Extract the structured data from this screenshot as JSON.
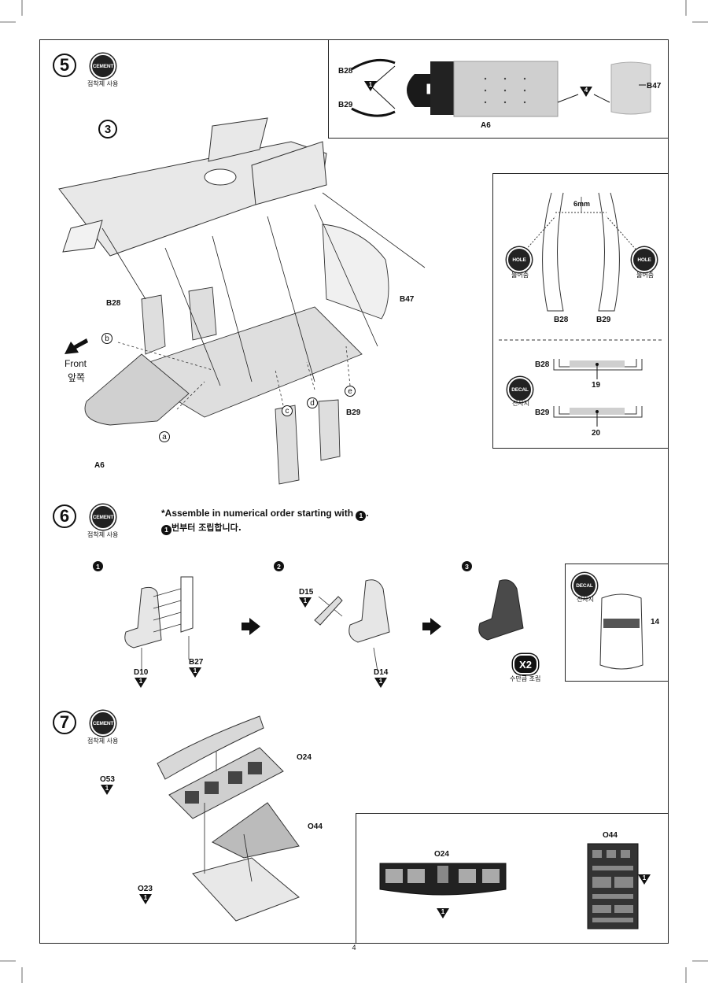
{
  "page_number": "4",
  "cement_badge": {
    "label": "CEMENT",
    "korean": "접착제 사용"
  },
  "hole_badge": {
    "label": "HOLE",
    "korean": "뚫어줌"
  },
  "decal_badge": {
    "label": "DECAL",
    "korean": "전사지"
  },
  "step5": {
    "number": "5",
    "front_label": "Front",
    "front_korean": "앞쪽",
    "parts": {
      "p3": "3",
      "b28": "B28",
      "b29": "B29",
      "b47": "B47",
      "a6": "A6"
    },
    "callouts": [
      "a",
      "b",
      "c",
      "d",
      "e"
    ],
    "top_inset": {
      "b28": "B28",
      "b29": "B29",
      "a6": "A6",
      "b47": "B47",
      "sub1": "1",
      "sub4": "4"
    },
    "hole_inset": {
      "gap": "6mm",
      "b28": "B28",
      "b29": "B29"
    },
    "decal_inset": {
      "b28": "B28",
      "b29": "B29",
      "decal19": "19",
      "decal20": "20"
    }
  },
  "step6": {
    "number": "6",
    "instruction_prefix": "*Assemble in numerical order starting with ",
    "instruction_suffix": ".",
    "instruction_korean_suffix": "번부터 조립합니다.",
    "start_number": "1",
    "substeps": [
      "1",
      "2",
      "3"
    ],
    "parts": {
      "d10": "D10",
      "b27": "B27",
      "d15": "D15",
      "d14": "D14",
      "sub1": "1"
    },
    "multiply": "X2",
    "multiply_korean": "수만큼 조립",
    "decal_number": "14"
  },
  "step7": {
    "number": "7",
    "parts": {
      "o24": "O24",
      "o53": "O53",
      "o44": "O44",
      "o23": "O23",
      "sub1": "1"
    },
    "inset": {
      "o24": "O24",
      "o44": "O44",
      "sub1": "1"
    }
  }
}
